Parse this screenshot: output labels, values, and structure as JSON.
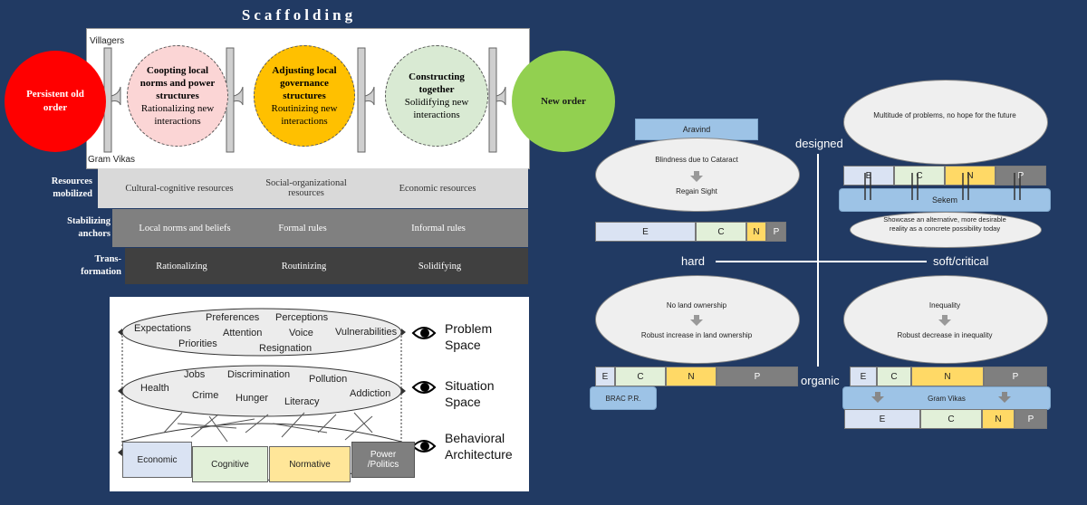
{
  "scaffolding": {
    "title": "Scaffolding",
    "villagers_label": "Villagers",
    "gram_vikas_label": "Gram Vikas",
    "persistent_old_order": "Persistent old order",
    "new_order": "New order",
    "stages": [
      {
        "title": "Coopting local norms and power structures",
        "subtitle": "Rationalizing new interactions"
      },
      {
        "title": "Adjusting local governance structures",
        "subtitle": "Routinizing new interactions"
      },
      {
        "title": "Constructing together",
        "subtitle": "Solidifying new interactions"
      }
    ],
    "rows": [
      {
        "label": "Resources mobilized",
        "cells": [
          "Cultural-cognitive resources",
          "Social-organizational resources",
          "Economic resources"
        ]
      },
      {
        "label": "Stabilizing anchors",
        "cells": [
          "Local norms and beliefs",
          "Formal rules",
          "Informal rules"
        ]
      },
      {
        "label": "Trans-formation",
        "cells": [
          "Rationalizing",
          "Routinizing",
          "Solidifying"
        ]
      }
    ],
    "colors": {
      "old_order": "#ff0000",
      "stage1": "#fbd5d5",
      "stage2": "#ffc000",
      "stage3": "#d9ead3",
      "new_order": "#92d050"
    }
  },
  "layers": {
    "problem_words": [
      "Expectations",
      "Preferences",
      "Perceptions",
      "Attention",
      "Voice",
      "Vulnerabilities",
      "Priorities",
      "Resignation"
    ],
    "situation_words": [
      "Health",
      "Jobs",
      "Discrimination",
      "Pollution",
      "Crime",
      "Hunger",
      "Literacy",
      "Addiction"
    ],
    "architecture_segments": [
      "Economic",
      "Cognitive",
      "Normative",
      "Power /Politics"
    ],
    "labels": [
      "Problem Space",
      "Situation Space",
      "Behavioral Architecture"
    ],
    "colors": {
      "economic": "#dae3f3",
      "cognitive": "#e2f0d9",
      "normative": "#ffe699",
      "power": "#7f7f7f"
    }
  },
  "quadrant": {
    "axis_labels": {
      "top": "designed",
      "bottom": "organic",
      "left": "hard",
      "right": "soft/critical"
    },
    "aravind": {
      "label": "Aravind",
      "problem": "Blindness due to Cataract",
      "outcome": "Regain Sight",
      "bar": [
        "E",
        "C",
        "N",
        "P"
      ]
    },
    "sekem": {
      "problem": "Multitude of problems, no hope for the future",
      "bar": [
        "E",
        "C",
        "N",
        "P"
      ],
      "label": "Sekem",
      "outcome": "Showcase an alternative, more desirable reality as a concrete possibility today"
    },
    "brac": {
      "problem": "No land ownership",
      "outcome": "Robust increase in land ownership",
      "bar": [
        "E",
        "C",
        "N",
        "P"
      ],
      "label": "BRAC P.R."
    },
    "gram_vikas": {
      "problem": "Inequality",
      "outcome": "Robust decrease in inequality",
      "bar_top": [
        "E",
        "C",
        "N",
        "P"
      ],
      "label": "Gram Vikas",
      "bar_bottom": [
        "E",
        "C",
        "N",
        "P"
      ]
    }
  }
}
